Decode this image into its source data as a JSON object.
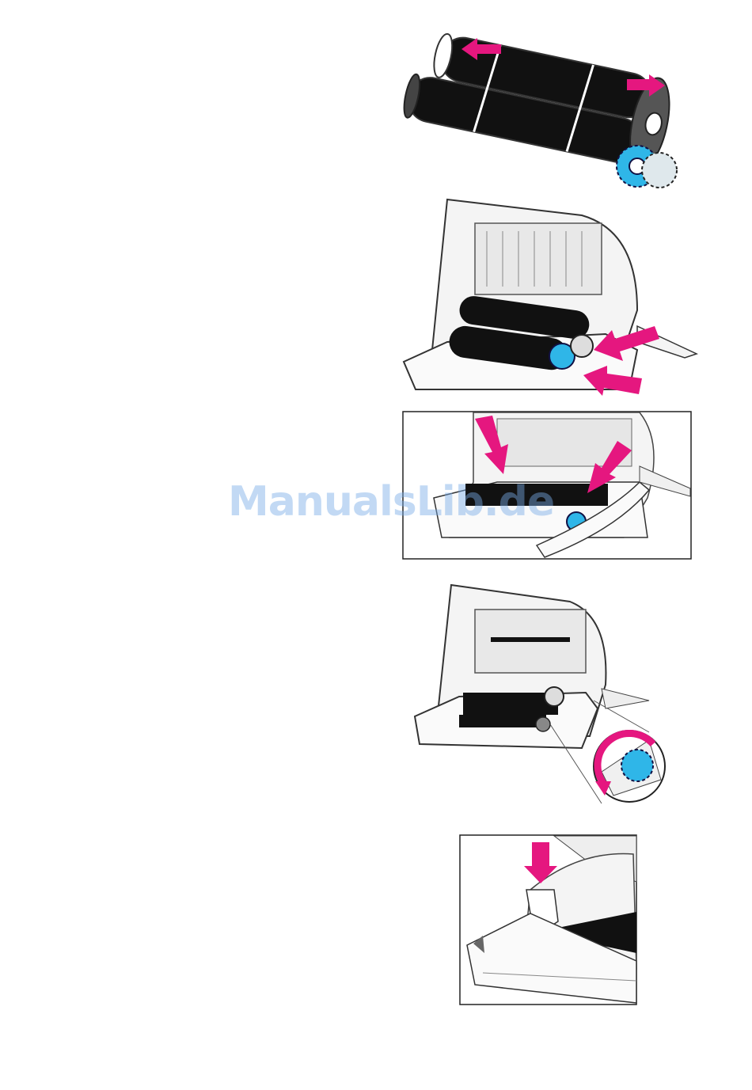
{
  "document": {
    "watermark": "ManualsLib.de"
  },
  "colors": {
    "arrow": "#e5177f",
    "gear": "#2fb6e8",
    "roll": "#111111",
    "line": "#333333",
    "frame": "#222222",
    "device_fill": "#f4f4f4"
  },
  "figures": [
    {
      "id": "fig1",
      "icon": "film-roll-icon",
      "arrows": 2
    },
    {
      "id": "fig2",
      "icon": "fax-open-insert-roll-icon",
      "arrows": 2
    },
    {
      "id": "fig3",
      "icon": "fax-press-roll-icon",
      "arrows": 2,
      "framed": true
    },
    {
      "id": "fig4",
      "icon": "fax-tighten-film-icon",
      "arrows": 1,
      "inset": "gear-turn-detail-icon"
    },
    {
      "id": "fig5",
      "icon": "fax-close-lid-icon",
      "arrows": 1,
      "framed": true
    }
  ]
}
